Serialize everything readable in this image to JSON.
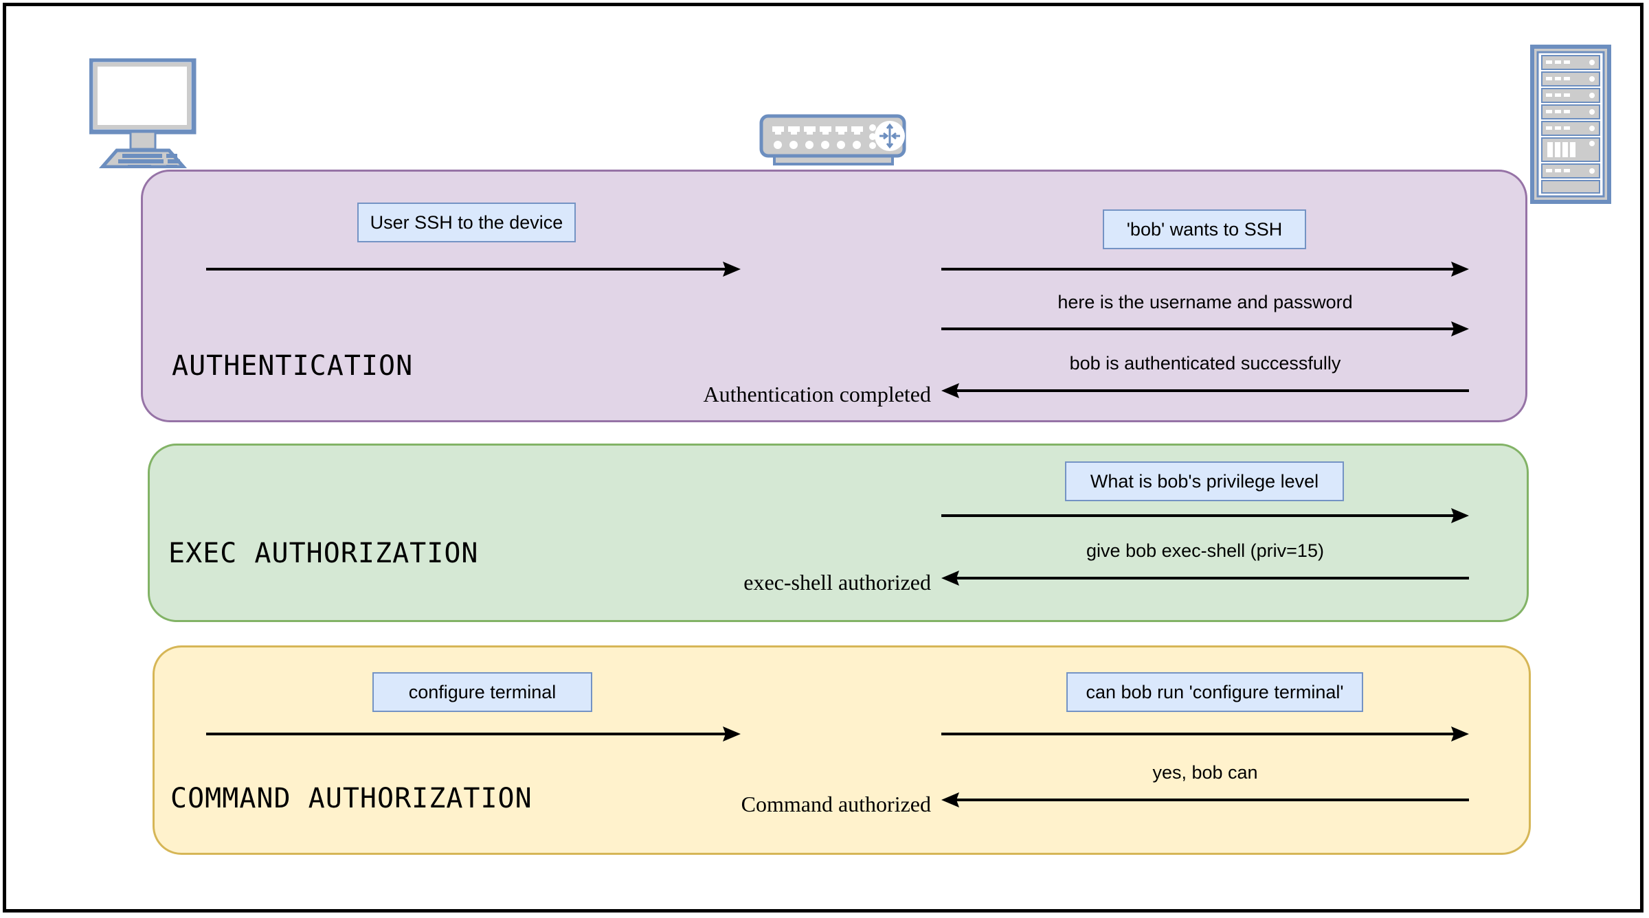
{
  "diagram": {
    "title_hidden": "",
    "devices": [
      {
        "name": "user-workstation-icon",
        "icon": "desktop-computer-icon"
      },
      {
        "name": "network-switch-icon",
        "icon": "network-switch-icon"
      },
      {
        "name": "aaa-server-icon",
        "icon": "server-rack-icon"
      }
    ],
    "colors": {
      "authentication_fill": "#e1d5e7",
      "authentication_stroke": "#9673a6",
      "exec_fill": "#d5e8d4",
      "exec_stroke": "#82b366",
      "command_fill": "#fff2cc",
      "command_stroke": "#d6b656",
      "callout_fill": "#dae8fc",
      "callout_stroke": "#7493c4",
      "arrow": "#000000",
      "frame": "#000000",
      "device_blue": "#6c8ebf",
      "device_gray": "#cccccc"
    },
    "sections": [
      {
        "id": "authentication",
        "title": "AUTHENTICATION",
        "callouts": [
          {
            "name": "callout-user-ssh",
            "text": "User SSH to the device"
          },
          {
            "name": "callout-bob-wants-ssh",
            "text": "'bob' wants to SSH"
          }
        ],
        "captions": [
          {
            "name": "caption-username-password",
            "text": "here is the username and password"
          },
          {
            "name": "caption-bob-authenticated",
            "text": "bob is authenticated successfully"
          },
          {
            "name": "caption-authentication-completed",
            "text": "Authentication completed"
          }
        ]
      },
      {
        "id": "exec-authorization",
        "title": "EXEC AUTHORIZATION",
        "callouts": [
          {
            "name": "callout-privilege-level",
            "text": "What is bob's privilege level"
          }
        ],
        "captions": [
          {
            "name": "caption-give-exec-shell",
            "text": "give bob exec-shell (priv=15)"
          },
          {
            "name": "caption-exec-shell-authorized",
            "text": "exec-shell authorized"
          }
        ]
      },
      {
        "id": "command-authorization",
        "title": "COMMAND AUTHORIZATION",
        "callouts": [
          {
            "name": "callout-configure-terminal",
            "text": "configure terminal"
          },
          {
            "name": "callout-can-bob-run",
            "text": "can bob run 'configure terminal'"
          }
        ],
        "captions": [
          {
            "name": "caption-yes-bob-can",
            "text": "yes, bob can"
          },
          {
            "name": "caption-command-authorized",
            "text": "Command authorized"
          }
        ]
      }
    ]
  }
}
